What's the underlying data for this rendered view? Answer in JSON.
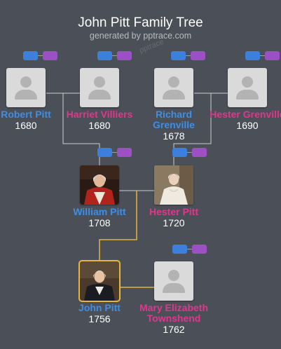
{
  "header": {
    "title": "John Pitt Family Tree",
    "subtitle": "generated by pptrace.com",
    "watermark": "pptrace"
  },
  "colors": {
    "background": "#4b4f57",
    "male": "#3d8fe6",
    "female": "#e0378e",
    "line": "#c9cdd3",
    "highlight_line": "#e8b43b",
    "add_parent_blue": "#3d7fdc",
    "add_parent_purple": "#9d4fc4"
  },
  "people": {
    "robert": {
      "name": "Robert Pitt",
      "year": "1680",
      "gender": "male",
      "photo": "placeholder"
    },
    "harriet": {
      "name": "Harriet Villiers",
      "year": "1680",
      "gender": "female",
      "photo": "placeholder"
    },
    "richard": {
      "name": "Richard Grenville",
      "year": "1678",
      "gender": "male",
      "photo": "placeholder"
    },
    "hesterg": {
      "name": "Hester Grenville",
      "year": "1690",
      "gender": "female",
      "photo": "placeholder"
    },
    "william": {
      "name": "William Pitt",
      "year": "1708",
      "gender": "male",
      "photo": "portrait-red-robe"
    },
    "hesterp": {
      "name": "Hester Pitt",
      "year": "1720",
      "gender": "female",
      "photo": "portrait-white-gown"
    },
    "john": {
      "name": "John Pitt",
      "year": "1756",
      "gender": "male",
      "photo": "portrait-dark-coat",
      "selected": true
    },
    "mary": {
      "name": "Mary Elizabeth Townshend",
      "year": "1762",
      "gender": "female",
      "photo": "placeholder"
    }
  }
}
